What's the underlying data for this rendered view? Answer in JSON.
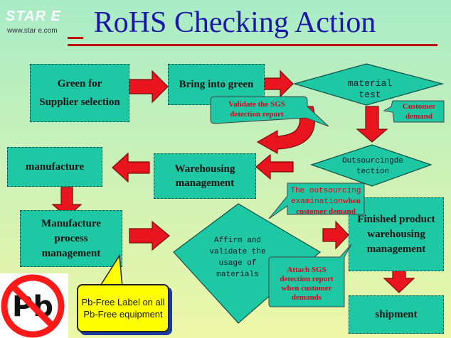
{
  "logo": {
    "brand": "STAR E",
    "url": "www.star e.com"
  },
  "title": "RoHS Checking Action",
  "nodes": {
    "green_supplier": "Green for Supplier selection",
    "bring_green": "Bring into green",
    "material_test": "material test",
    "outsourcing": "Outsourcingde tection",
    "warehousing": "Warehousing management",
    "manufacture": "manufacture",
    "manufacture_process": "Manufacture process management",
    "affirm": "Affirm and validate the usage of materials",
    "finished": "Finished product warehousing management",
    "shipment": "shipment"
  },
  "callouts": {
    "validate_sgs": "Validate the SGS detection report",
    "customer_demand": "Customer demand",
    "outsourcing_exam_1": "The outsourcing examination",
    "outsourcing_exam_2": "when customer demand",
    "attach_sgs": "Attach SGS detection report when customer demands",
    "pbfree": "Pb-Free Label on all Pb-Free equipment"
  },
  "pb_symbol": "Pb",
  "colors": {
    "box": "#1fc8a4",
    "arrow": "#e8141e",
    "title": "#1e16a8",
    "callout_text": "#e0001a"
  }
}
